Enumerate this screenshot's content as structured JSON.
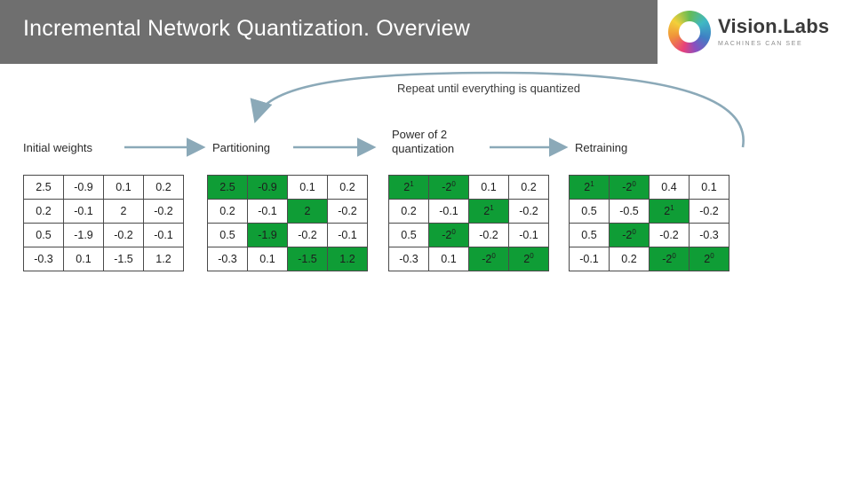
{
  "header": {
    "title": "Incremental Network Quantization. Overview",
    "bg_color": "#6f6f6f",
    "logo": {
      "name": "Vision.Labs",
      "tagline": "MACHINES CAN SEE"
    }
  },
  "diagram": {
    "loop_label": "Repeat until everything is quantized",
    "arrow_color": "#8ba9b8",
    "highlight_color": "#0f9d36",
    "steps": [
      {
        "id": "initial",
        "label": "Initial weights"
      },
      {
        "id": "part",
        "label": "Partitioning"
      },
      {
        "id": "pow",
        "label": "Power of 2 quantization"
      },
      {
        "id": "retrain",
        "label": "Retraining"
      }
    ],
    "tables": {
      "initial": [
        [
          {
            "t": "2.5",
            "h": false
          },
          {
            "t": "-0.9",
            "h": false
          },
          {
            "t": "0.1",
            "h": false
          },
          {
            "t": "0.2",
            "h": false
          }
        ],
        [
          {
            "t": "0.2",
            "h": false
          },
          {
            "t": "-0.1",
            "h": false
          },
          {
            "t": "2",
            "h": false
          },
          {
            "t": "-0.2",
            "h": false
          }
        ],
        [
          {
            "t": "0.5",
            "h": false
          },
          {
            "t": "-1.9",
            "h": false
          },
          {
            "t": "-0.2",
            "h": false
          },
          {
            "t": "-0.1",
            "h": false
          }
        ],
        [
          {
            "t": "-0.3",
            "h": false
          },
          {
            "t": "0.1",
            "h": false
          },
          {
            "t": "-1.5",
            "h": false
          },
          {
            "t": "1.2",
            "h": false
          }
        ]
      ],
      "part": [
        [
          {
            "t": "2.5",
            "h": true
          },
          {
            "t": "-0.9",
            "h": true
          },
          {
            "t": "0.1",
            "h": false
          },
          {
            "t": "0.2",
            "h": false
          }
        ],
        [
          {
            "t": "0.2",
            "h": false
          },
          {
            "t": "-0.1",
            "h": false
          },
          {
            "t": "2",
            "h": true
          },
          {
            "t": "-0.2",
            "h": false
          }
        ],
        [
          {
            "t": "0.5",
            "h": false
          },
          {
            "t": "-1.9",
            "h": true
          },
          {
            "t": "-0.2",
            "h": false
          },
          {
            "t": "-0.1",
            "h": false
          }
        ],
        [
          {
            "t": "-0.3",
            "h": false
          },
          {
            "t": "0.1",
            "h": false
          },
          {
            "t": "-1.5",
            "h": true
          },
          {
            "t": "1.2",
            "h": true
          }
        ]
      ],
      "pow": [
        [
          {
            "t": "2^1",
            "h": true
          },
          {
            "t": "-2^0",
            "h": true
          },
          {
            "t": "0.1",
            "h": false
          },
          {
            "t": "0.2",
            "h": false
          }
        ],
        [
          {
            "t": "0.2",
            "h": false
          },
          {
            "t": "-0.1",
            "h": false
          },
          {
            "t": "2^1",
            "h": true
          },
          {
            "t": "-0.2",
            "h": false
          }
        ],
        [
          {
            "t": "0.5",
            "h": false
          },
          {
            "t": "-2^0",
            "h": true
          },
          {
            "t": "-0.2",
            "h": false
          },
          {
            "t": "-0.1",
            "h": false
          }
        ],
        [
          {
            "t": "-0.3",
            "h": false
          },
          {
            "t": "0.1",
            "h": false
          },
          {
            "t": "-2^0",
            "h": true
          },
          {
            "t": "2^0",
            "h": true
          }
        ]
      ],
      "retrain": [
        [
          {
            "t": "2^1",
            "h": true
          },
          {
            "t": "-2^0",
            "h": true
          },
          {
            "t": "0.4",
            "h": false
          },
          {
            "t": "0.1",
            "h": false
          }
        ],
        [
          {
            "t": "0.5",
            "h": false
          },
          {
            "t": "-0.5",
            "h": false
          },
          {
            "t": "2^1",
            "h": true
          },
          {
            "t": "-0.2",
            "h": false
          }
        ],
        [
          {
            "t": "0.5",
            "h": false
          },
          {
            "t": "-2^0",
            "h": true
          },
          {
            "t": "-0.2",
            "h": false
          },
          {
            "t": "-0.3",
            "h": false
          }
        ],
        [
          {
            "t": "-0.1",
            "h": false
          },
          {
            "t": "0.2",
            "h": false
          },
          {
            "t": "-2^0",
            "h": true
          },
          {
            "t": "2^0",
            "h": true
          }
        ]
      ]
    }
  }
}
